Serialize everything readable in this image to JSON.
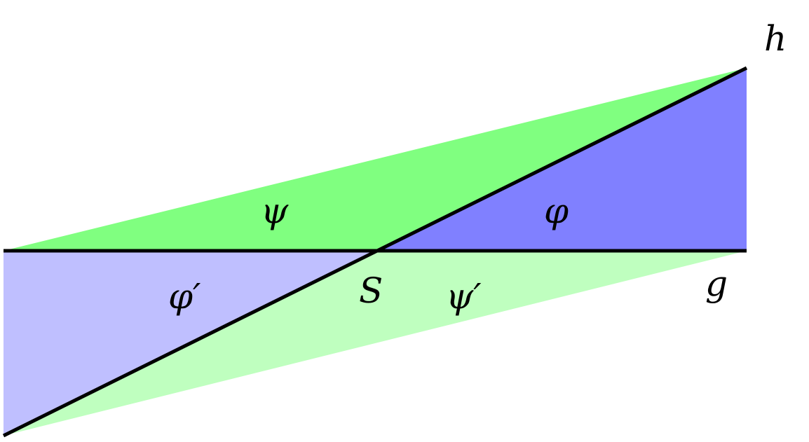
{
  "labels": {
    "line_h": "h",
    "line_g": "g",
    "intersection": "S",
    "angle_phi": "φ",
    "angle_psi": "ψ",
    "angle_phi_prime": "φ′",
    "angle_psi_prime": "ψ′"
  },
  "colors": {
    "green_dark": "#80ff80",
    "green_light": "#bfffbf",
    "blue_dark": "#8080ff",
    "blue_light": "#bfbfff",
    "line": "#000000"
  }
}
